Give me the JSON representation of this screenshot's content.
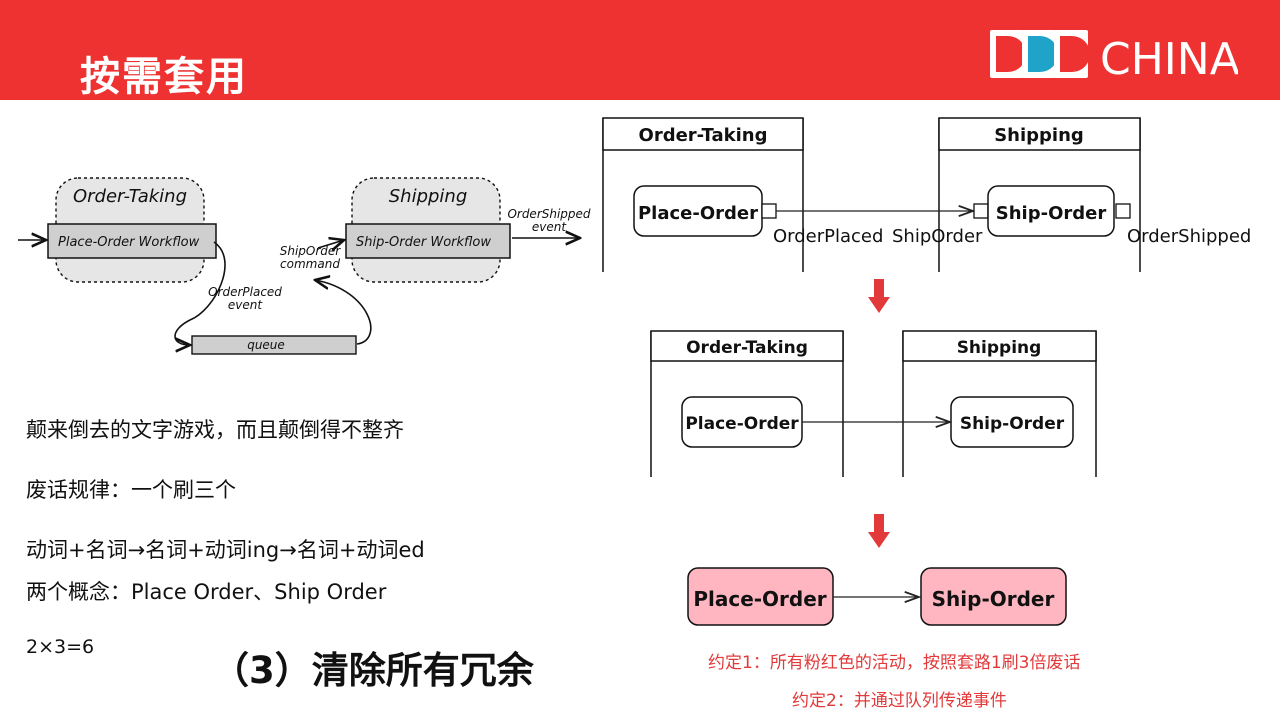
{
  "header": {
    "title": "按需套用"
  },
  "logo": {
    "mark": "DDD",
    "text": "CHINA"
  },
  "sketch": {
    "order_taking": "Order-Taking",
    "place_workflow": "Place-Order Workflow",
    "shipping": "Shipping",
    "ship_workflow": "Ship-Order Workflow",
    "order_placed_line1": "OrderPlaced",
    "order_placed_line2": "event",
    "ship_order_line1": "ShipOrder",
    "ship_order_line2": "command",
    "order_shipped_line1": "OrderShipped",
    "order_shipped_line2": "event",
    "queue": "queue"
  },
  "diagram1": {
    "ctx_left": "Order-Taking",
    "ctx_right": "Shipping",
    "activity_left": "Place-Order",
    "activity_right": "Ship-Order",
    "label_order_placed": "OrderPlaced",
    "label_ship_order": "ShipOrder",
    "label_order_shipped": "OrderShipped"
  },
  "diagram2": {
    "ctx_left": "Order-Taking",
    "ctx_right": "Shipping",
    "activity_left": "Place-Order",
    "activity_right": "Ship-Order"
  },
  "diagram3": {
    "activity_left": "Place-Order",
    "activity_right": "Ship-Order"
  },
  "notes": {
    "rule1": "约定1：所有粉红色的活动，按照套路1刷3倍废话",
    "rule2": "约定2：并通过队列传递事件"
  },
  "body_text": {
    "line1": "颠来倒去的文字游戏，而且颠倒得不整齐",
    "line2": "废话规律：一个刷三个",
    "line3": "动词+名词→名词+动词ing→名词+动词ed",
    "line4": "两个概念：Place Order、Ship Order",
    "line5": "2×3=6",
    "heading": "（3）清除所有冗余"
  },
  "colors": {
    "header_red": "#ee3232",
    "pink_fill": "#ffb6c1",
    "arrow_red": "#e23a3a",
    "note_red": "#e23a3a"
  }
}
